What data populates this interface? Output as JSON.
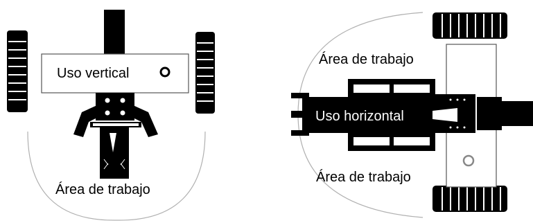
{
  "left_panel": {
    "mode_label": "Uso vertical",
    "area_label": "Área de trabajo"
  },
  "right_panel": {
    "mode_label": "Uso horizontal",
    "area_label_top": "Área de trabajo",
    "area_label_bottom": "Área de trabajo"
  },
  "colors": {
    "robot_body": "#000000",
    "background": "#ffffff",
    "arc": "#b0b0b0",
    "outline": "#555555"
  }
}
